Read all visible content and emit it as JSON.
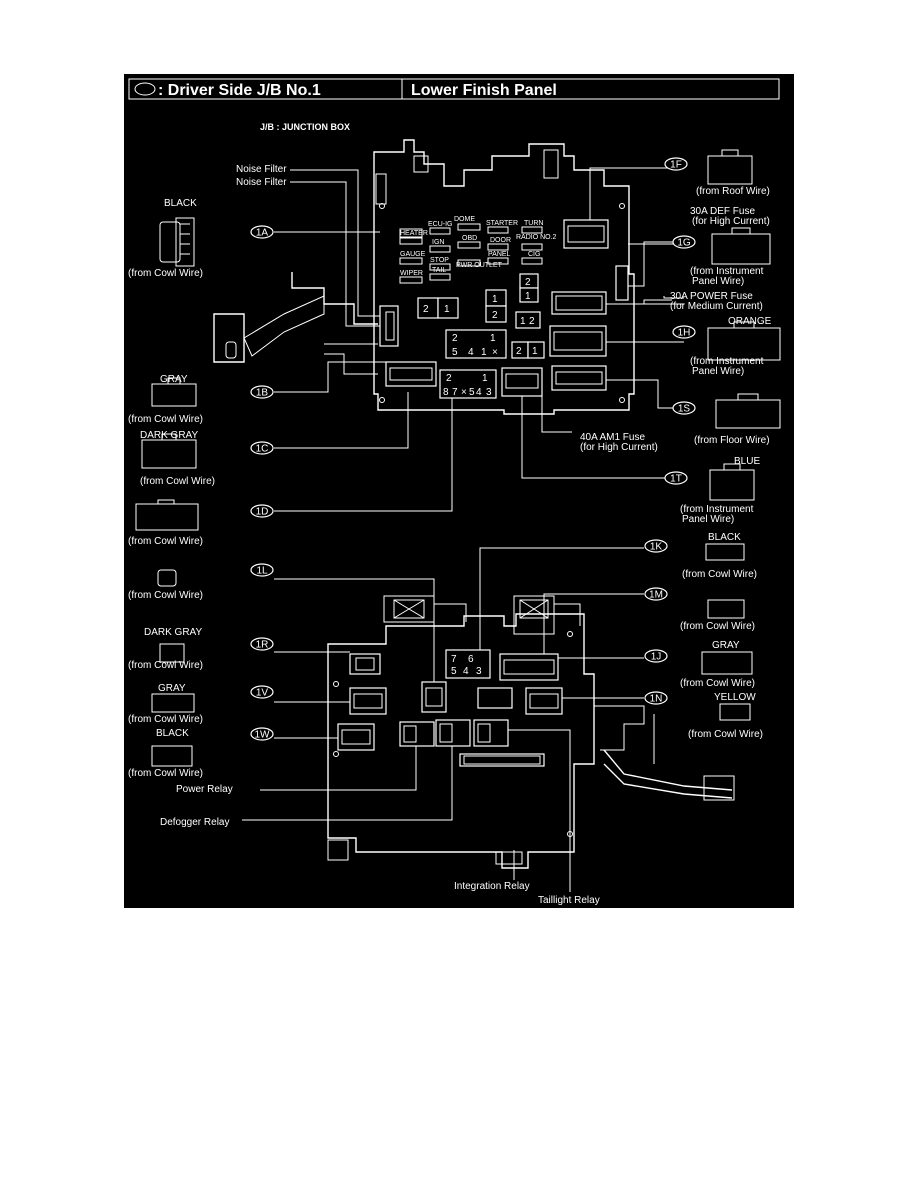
{
  "header": {
    "symbol": "◯",
    "title_left": ": Driver Side J/B No.1",
    "title_right": "Lower Finish Panel"
  },
  "subtitle": "J/B : JUNCTION BOX",
  "callouts": {
    "noise_filter_1": "Noise Filter",
    "noise_filter_2": "Noise Filter",
    "def_fuse_1": "30A DEF Fuse",
    "def_fuse_2": "(for High Current)",
    "power_fuse_1": "30A POWER Fuse",
    "power_fuse_2": "(for Medium Current)",
    "am1_fuse_1": "40A AM1 Fuse",
    "am1_fuse_2": "(for High Current)",
    "power_relay": "Power Relay",
    "defogger_relay": "Defogger Relay",
    "integration_relay": "Integration Relay",
    "taillight_relay": "Taillight Relay"
  },
  "connectors": [
    {
      "id": "1A",
      "color": "BLACK",
      "source": "(from Cowl Wire)"
    },
    {
      "id": "1B",
      "color": "GRAY",
      "source": "(from Cowl Wire)"
    },
    {
      "id": "1C",
      "color": "DARK GRAY",
      "source": "(from Cowl Wire)"
    },
    {
      "id": "1D",
      "color": "",
      "source": "(from Cowl Wire)"
    },
    {
      "id": "1F",
      "color": "",
      "source": "(from Roof Wire)"
    },
    {
      "id": "1G",
      "color": "",
      "source": "(from Instrument",
      "source2": "Panel Wire)"
    },
    {
      "id": "1H",
      "color": "ORANGE",
      "source": "(from Instrument",
      "source2": "Panel Wire)"
    },
    {
      "id": "1S",
      "color": "",
      "source": "(from Floor Wire)"
    },
    {
      "id": "1T",
      "color": "BLUE",
      "source": "(from Instrument",
      "source2": "Panel Wire)"
    },
    {
      "id": "1K",
      "color": "BLACK",
      "source": "(from Cowl Wire)"
    },
    {
      "id": "1L",
      "color": "",
      "source": "(from Cowl Wire)"
    },
    {
      "id": "1M",
      "color": "",
      "source": "(from Cowl Wire)"
    },
    {
      "id": "1R",
      "color": "DARK GRAY",
      "source": "(from Cowl Wire)"
    },
    {
      "id": "1J",
      "color": "GRAY",
      "source": "(from Cowl Wire)"
    },
    {
      "id": "1V",
      "color": "GRAY",
      "source": "(from Cowl Wire)"
    },
    {
      "id": "1N",
      "color": "YELLOW",
      "source": "(from Cowl Wire)"
    },
    {
      "id": "1W",
      "color": "BLACK",
      "source": "(from Cowl Wire)"
    }
  ],
  "fuse_labels": [
    "HEATER",
    "ECU-IG",
    "GAUGE",
    "IGN",
    "WIPER",
    "STOP",
    "TAIL",
    "STARTER",
    "TURN",
    "DOOR",
    "PANEL",
    "CIG",
    "RADIO NO.2",
    "PWR OUTLET",
    "OBD",
    "DOME"
  ],
  "pin_numbers": {
    "relay_a": [
      "2",
      "1"
    ],
    "relay_b": [
      "1",
      "2"
    ],
    "relay_c": [
      "2",
      "1"
    ],
    "relay_d": [
      "1",
      "2"
    ],
    "relay_e": [
      "2",
      "1"
    ],
    "block_f_top": [
      "2",
      "1"
    ],
    "block_f_bot": [
      "5",
      "4",
      "1",
      "×"
    ],
    "block_g": [
      "2",
      "1"
    ],
    "block_h_top": [
      "2",
      "1"
    ],
    "block_h_bot": [
      "8",
      "7",
      "×",
      "5",
      "4",
      "3"
    ],
    "lower_block": [
      "7",
      "6",
      "5",
      "4",
      "3"
    ]
  },
  "colors": {
    "background": "#000000",
    "ink": "#ffffff",
    "page": "#ffffff"
  }
}
